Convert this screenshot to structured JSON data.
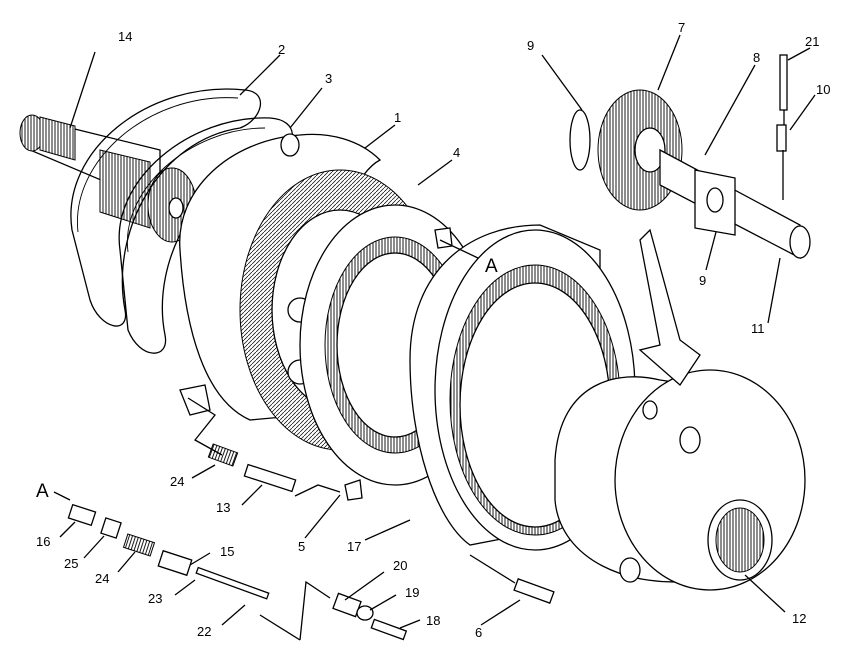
{
  "diagram": {
    "callouts": [
      "14",
      "2",
      "3",
      "1",
      "4",
      "9",
      "7",
      "8",
      "21",
      "10",
      "9",
      "11",
      "12",
      "6",
      "17",
      "5",
      "13",
      "24",
      "15",
      "16",
      "25",
      "24",
      "23",
      "22",
      "20",
      "19",
      "18"
    ],
    "section_marks": [
      "A",
      "A"
    ]
  }
}
